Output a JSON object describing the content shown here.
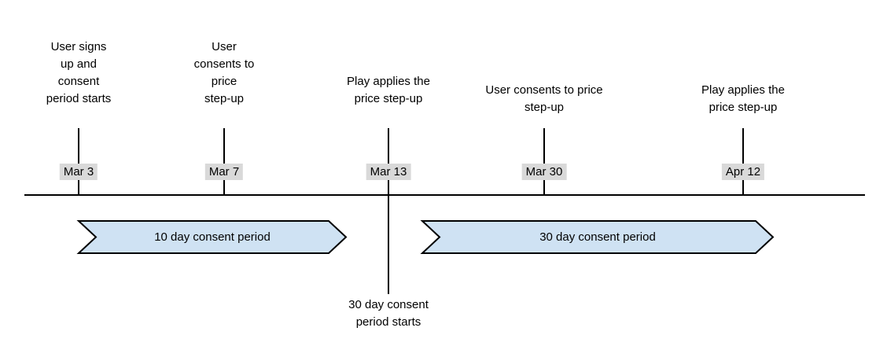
{
  "colors": {
    "banner_fill": "#cfe2f3",
    "banner_border": "#000000",
    "date_label_bg": "#d9d9d9",
    "line": "#000000",
    "text": "#000000"
  },
  "timeline": {
    "events": [
      {
        "date": "Mar 3",
        "label": "User signs\nup and\nconsent\nperiod starts"
      },
      {
        "date": "Mar 7",
        "label": "User\nconsents to\nprice\nstep-up"
      },
      {
        "date": "Mar 13",
        "label": "Play applies the\nprice step-up"
      },
      {
        "date": "Mar 30",
        "label": "User consents to price\nstep-up"
      },
      {
        "date": "Apr 12",
        "label": "Play applies the\nprice step-up"
      }
    ],
    "periods": [
      {
        "label": "10 day consent period"
      },
      {
        "label": "30 day consent period"
      }
    ],
    "footnote": "30 day consent\nperiod starts"
  }
}
